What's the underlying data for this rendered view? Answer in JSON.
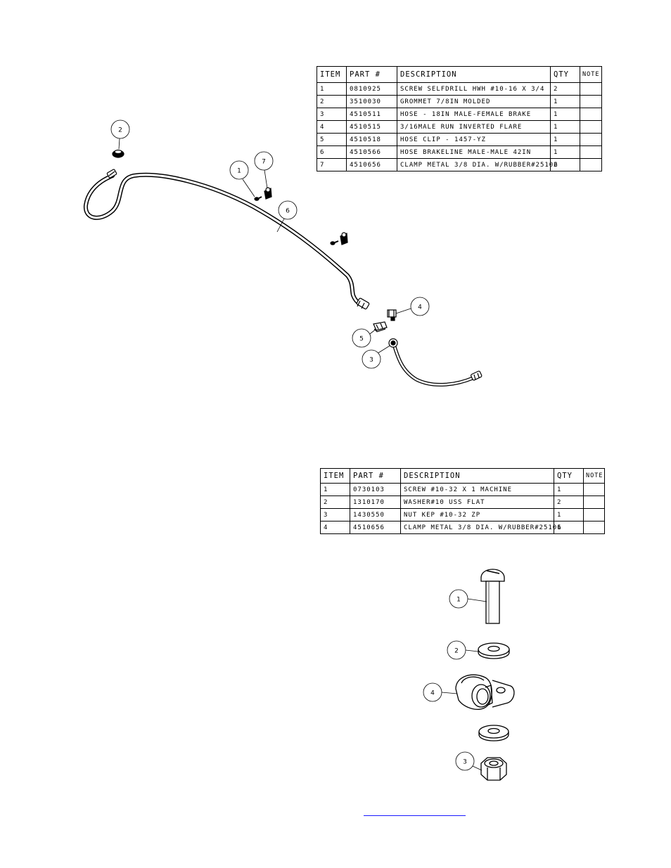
{
  "table1": {
    "headers": [
      "ITEM",
      "PART #",
      "DESCRIPTION",
      "QTY",
      "NOTE"
    ],
    "rows": [
      [
        "1",
        "0810925",
        "SCREW SELFDRILL HWH #10-16 X 3/4",
        "2",
        ""
      ],
      [
        "2",
        "3510030",
        "GROMMET  7/8IN MOLDED",
        "1",
        ""
      ],
      [
        "3",
        "4510511",
        "HOSE - 18IN MALE-FEMALE BRAKE",
        "1",
        ""
      ],
      [
        "4",
        "4510515",
        "3/16MALE RUN INVERTED FLARE",
        "1",
        ""
      ],
      [
        "5",
        "4510518",
        "HOSE CLIP - 1457-YZ",
        "1",
        ""
      ],
      [
        "6",
        "4510566",
        "HOSE BRAKELINE MALE-MALE 42IN",
        "1",
        ""
      ],
      [
        "7",
        "4510656",
        "CLAMP METAL 3/8 DIA. W/RUBBER#25106",
        "2",
        ""
      ]
    ]
  },
  "table2": {
    "headers": [
      "ITEM",
      "PART #",
      "DESCRIPTION",
      "QTY",
      "NOTE"
    ],
    "rows": [
      [
        "1",
        "0730103",
        "SCREW #10-32 X 1 MACHINE",
        "1",
        ""
      ],
      [
        "2",
        "1310170",
        "WASHER#10 USS FLAT",
        "2",
        ""
      ],
      [
        "3",
        "1430550",
        "NUT KEP #10-32 ZP",
        "1",
        ""
      ],
      [
        "4",
        "4510656",
        "CLAMP METAL 3/8 DIA. W/RUBBER#25106",
        "1",
        ""
      ]
    ]
  },
  "diagram1": {
    "balloons": [
      "2",
      "1",
      "7",
      "6",
      "4",
      "5",
      "3"
    ]
  },
  "diagram2": {
    "balloons": [
      "1",
      "2",
      "4",
      "3"
    ]
  },
  "colors": {
    "line": "#000000",
    "link": "#1a1aff"
  }
}
